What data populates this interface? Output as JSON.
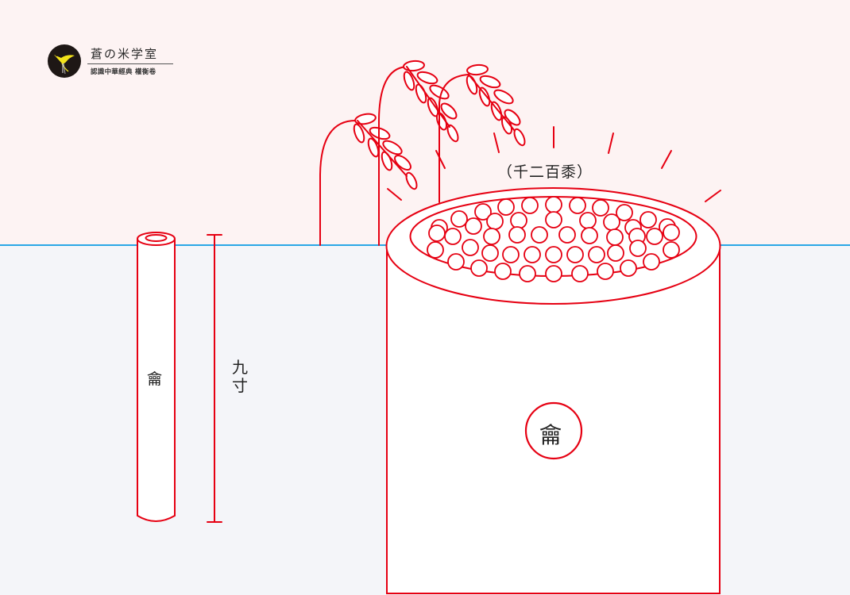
{
  "logo": {
    "title": "蒼の米学室",
    "subtitle": "認識中華經典 權衡卷",
    "icon": "yellow-bird-emblem",
    "mark_bg": "#1e1715",
    "bird_color": "#f2e21a"
  },
  "illustration": {
    "quantity_label": "（千二百黍）",
    "tube": {
      "character": "龠",
      "length_label": "九寸"
    },
    "container": {
      "seal_character": "龠",
      "grain_count_label": "千二百黍"
    }
  },
  "colors": {
    "sky": "#fdf3f3",
    "ground": "#f4f5f9",
    "horizon": "#2aa7e6",
    "line": "#e60012",
    "text": "#222222"
  }
}
